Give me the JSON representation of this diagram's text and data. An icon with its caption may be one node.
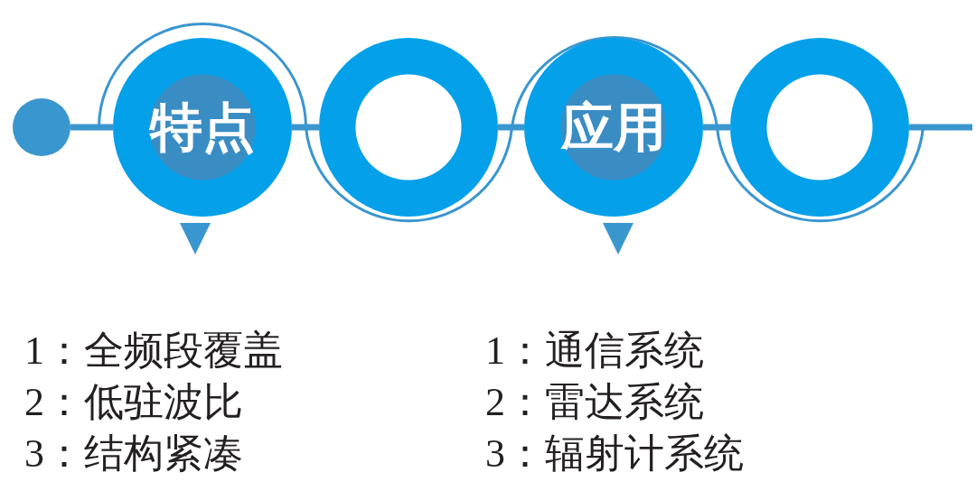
{
  "diagram": {
    "nodes": [
      {
        "text": [],
        "shape": "circle"
      },
      {
        "text": [
          "特点"
        ]
      },
      {
        "text": [],
        "shape": "circle"
      },
      {
        "text": [
          "应用"
        ]
      },
      {
        "text": [],
        "shape": "circle"
      }
    ],
    "edges": [
      {
        "from": 0,
        "to": 1,
        "arrow": "none"
      },
      {
        "from": 1,
        "to": 2,
        "arrow": "none"
      },
      {
        "from": 2,
        "to": 3,
        "arrow": "none"
      },
      {
        "from": 3,
        "to": 4,
        "arrow": "none"
      },
      {
        "from": 4,
        "to": null,
        "arrow": "none"
      }
    ],
    "labels": [
      "1：全频段覆盖",
      "2：低驻波比",
      "3：结构紧凑",
      "1：通信系统",
      "2：雷达系统",
      "3：辐射计系统"
    ]
  }
}
